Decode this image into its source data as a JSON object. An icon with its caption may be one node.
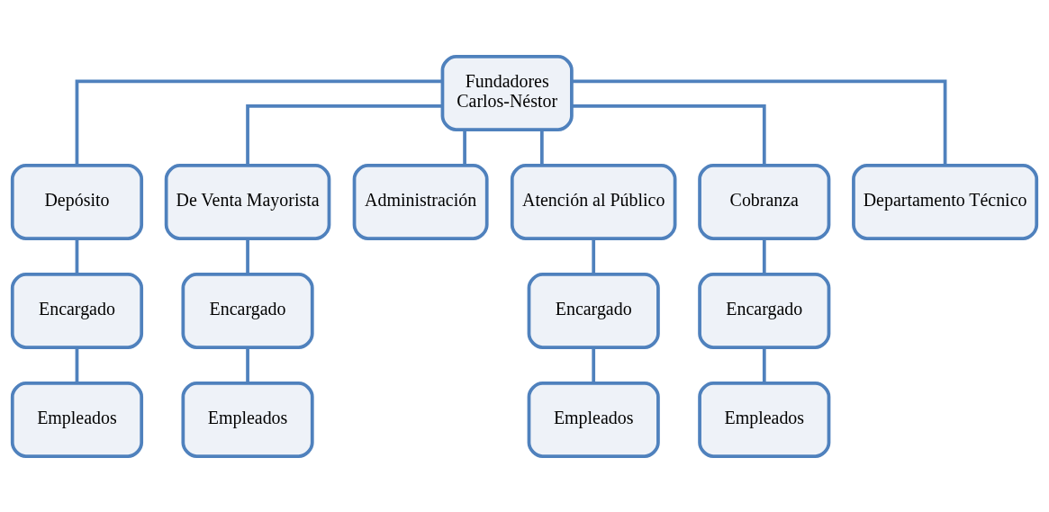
{
  "diagram": {
    "nodes": [
      {
        "text": [
          "Fundadores",
          "Carlos-Néstor"
        ]
      },
      {
        "text": [
          "Depósito"
        ]
      },
      {
        "text": [
          "De Venta Mayorista"
        ]
      },
      {
        "text": [
          "Administración"
        ]
      },
      {
        "text": [
          "Atención al Público"
        ]
      },
      {
        "text": [
          "Cobranza"
        ]
      },
      {
        "text": [
          "Departamento Técnico"
        ]
      },
      {
        "text": [
          "Encargado"
        ]
      },
      {
        "text": [
          "Encargado"
        ]
      },
      {
        "text": [
          "Encargado"
        ]
      },
      {
        "text": [
          "Encargado"
        ]
      },
      {
        "text": [
          "Empleados"
        ]
      },
      {
        "text": [
          "Empleados"
        ]
      },
      {
        "text": [
          "Empleados"
        ]
      },
      {
        "text": [
          "Empleados"
        ]
      }
    ],
    "edges": [
      {
        "from": 0,
        "to": 1,
        "arrow": "none"
      },
      {
        "from": 0,
        "to": 2,
        "arrow": "none"
      },
      {
        "from": 0,
        "to": 3,
        "arrow": "none"
      },
      {
        "from": 0,
        "to": 4,
        "arrow": "none"
      },
      {
        "from": 0,
        "to": 5,
        "arrow": "none"
      },
      {
        "from": 0,
        "to": 6,
        "arrow": "none"
      },
      {
        "from": 1,
        "to": 7,
        "arrow": "none"
      },
      {
        "from": 2,
        "to": 8,
        "arrow": "none"
      },
      {
        "from": 4,
        "to": 9,
        "arrow": "none"
      },
      {
        "from": 5,
        "to": 10,
        "arrow": "none"
      },
      {
        "from": 7,
        "to": 11,
        "arrow": "none"
      },
      {
        "from": 8,
        "to": 12,
        "arrow": "none"
      },
      {
        "from": 9,
        "to": 13,
        "arrow": "none"
      },
      {
        "from": 10,
        "to": 14,
        "arrow": "none"
      }
    ]
  }
}
